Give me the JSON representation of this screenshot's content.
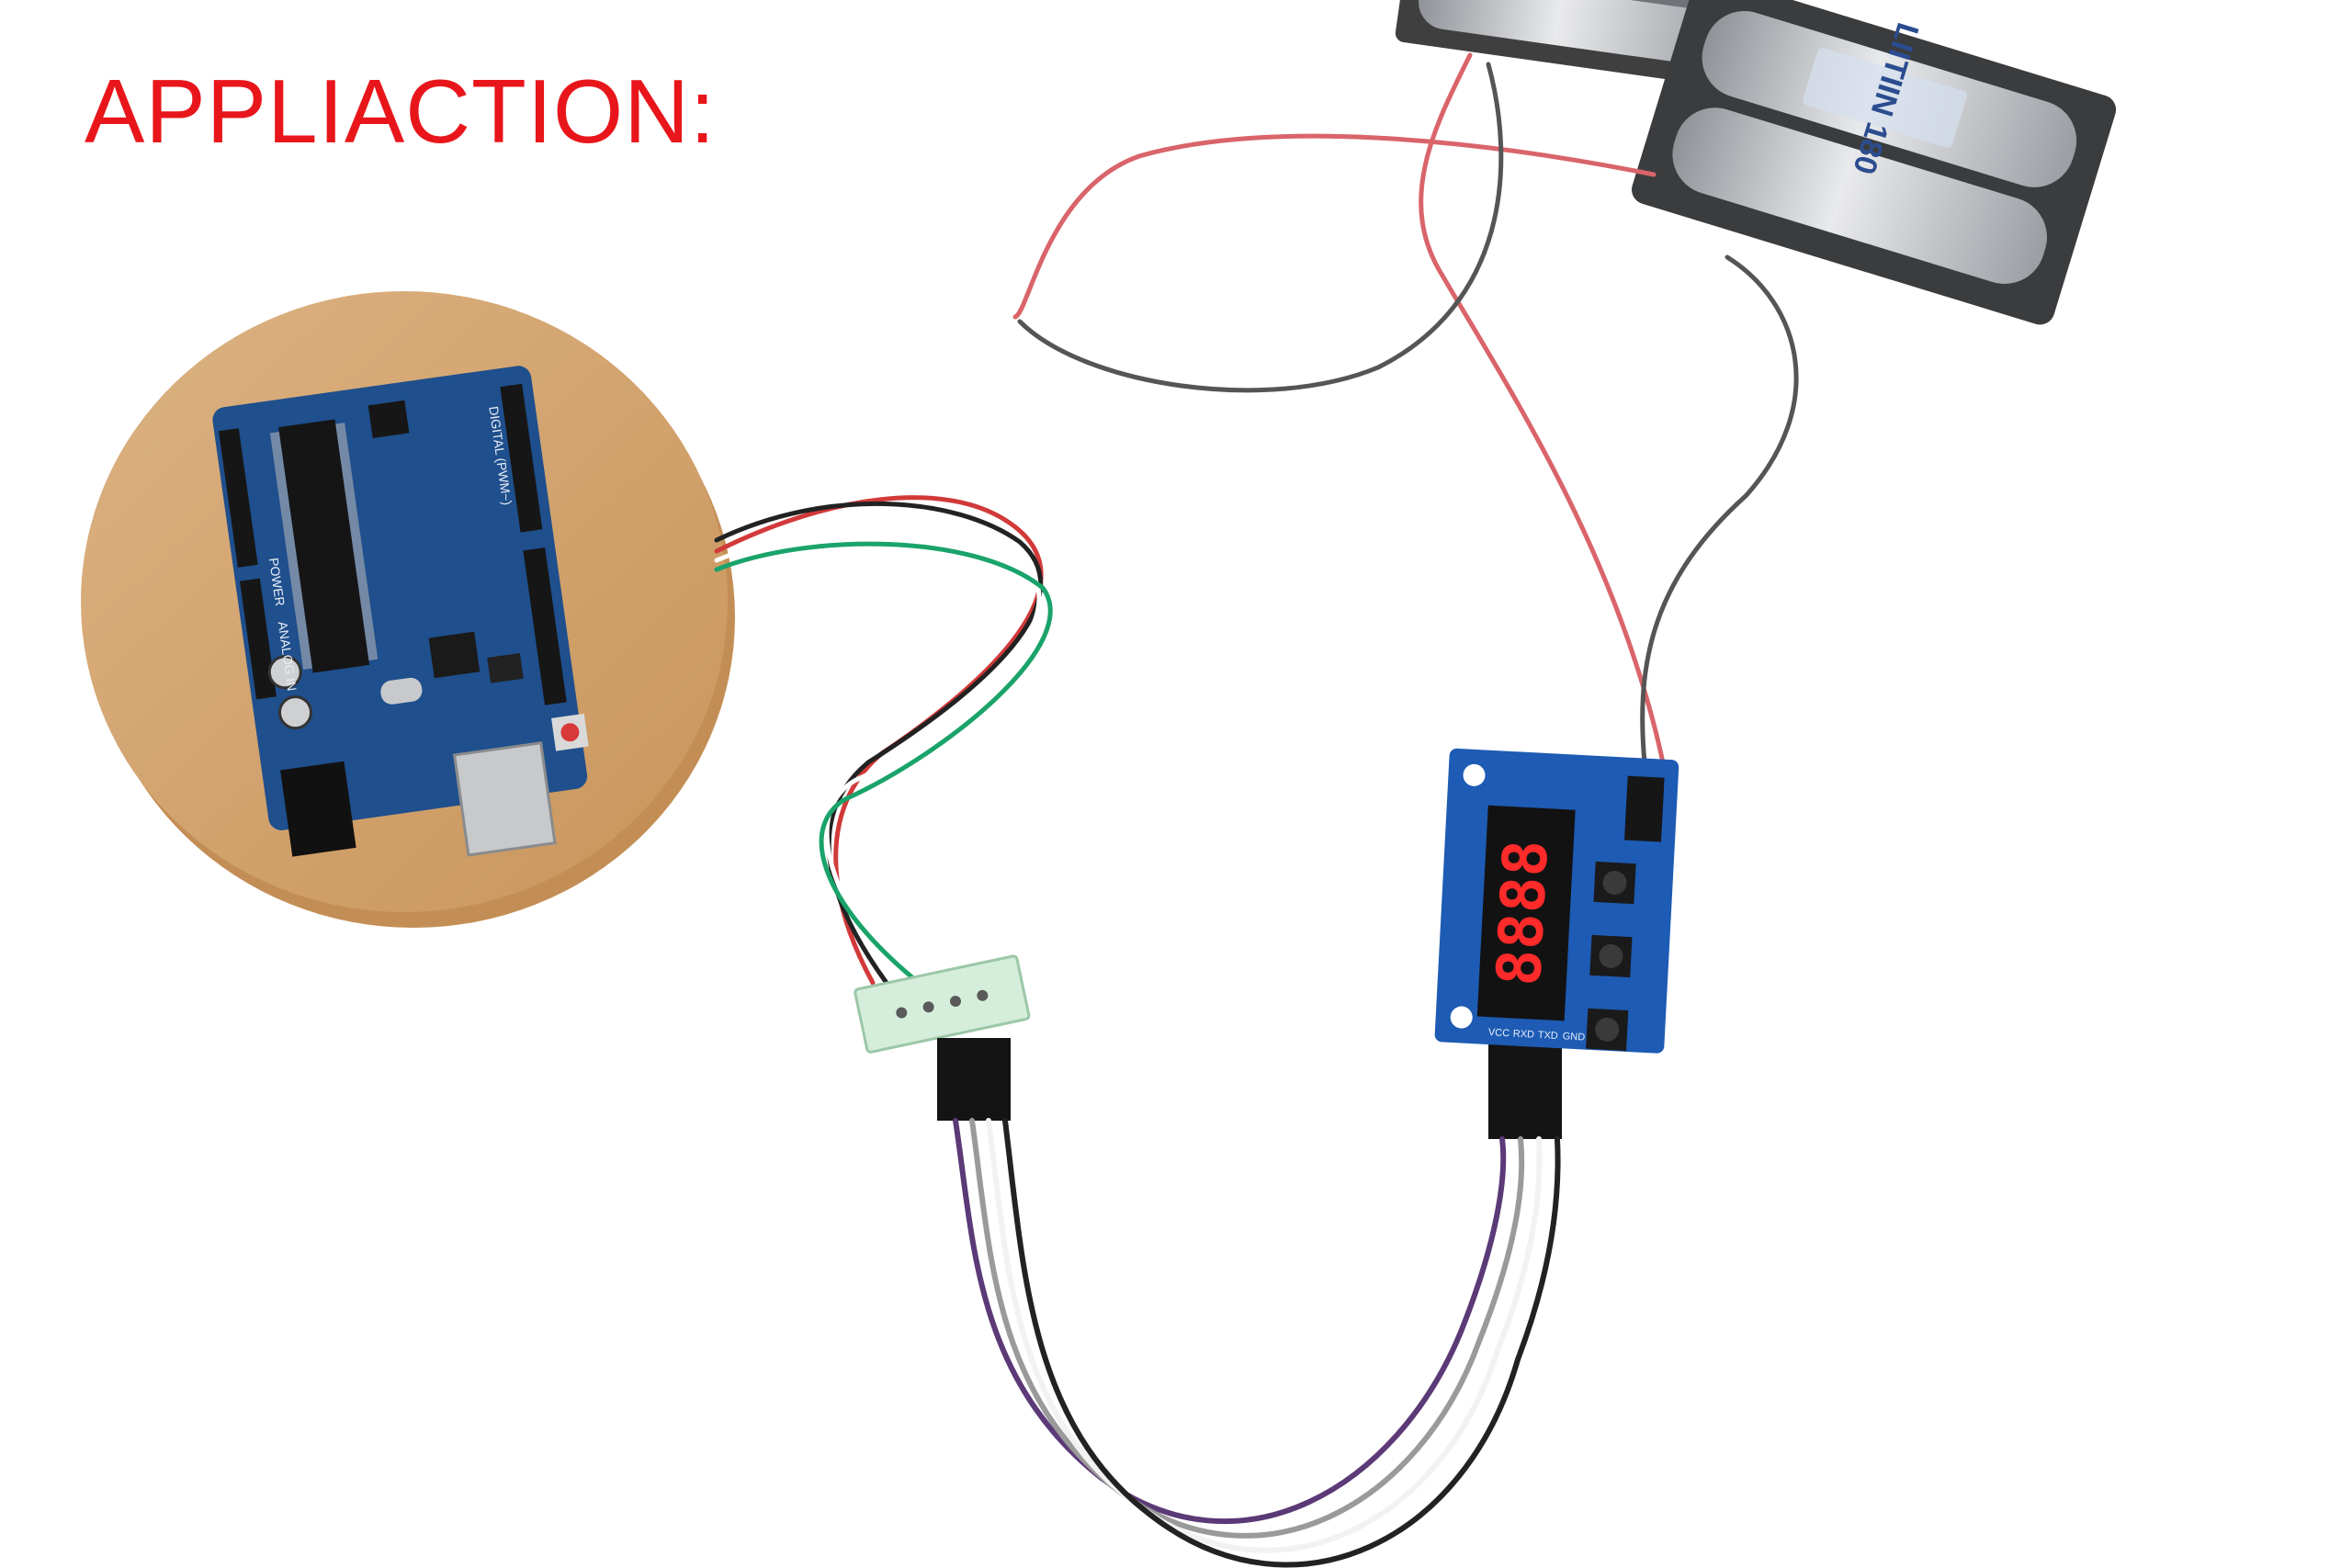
{
  "caption": {
    "text": "APPLIACTION:",
    "color": "#e8161b"
  },
  "battery": {
    "label": "LIITIIN 180",
    "wire_positive_color": "#d9646a",
    "wire_negative_color": "#555555"
  },
  "arduino_board": {
    "color": "#1f4f8c",
    "header_labels": [
      "POWER",
      "ANALOG IN",
      "DIGITAL (PWM~)"
    ]
  },
  "sensor_cable_colors": [
    "#d23a3a",
    "#222222",
    "#ffffff",
    "#1aa36a"
  ],
  "jumper_colors": [
    "#5b3a77",
    "#9a9a9a",
    "#f2f2f2",
    "#222222"
  ],
  "display_module": {
    "display_text": "8888",
    "segment_color": "#ff2a2a",
    "pin_labels": [
      "VCC",
      "RXD",
      "TXD",
      "GND"
    ]
  }
}
